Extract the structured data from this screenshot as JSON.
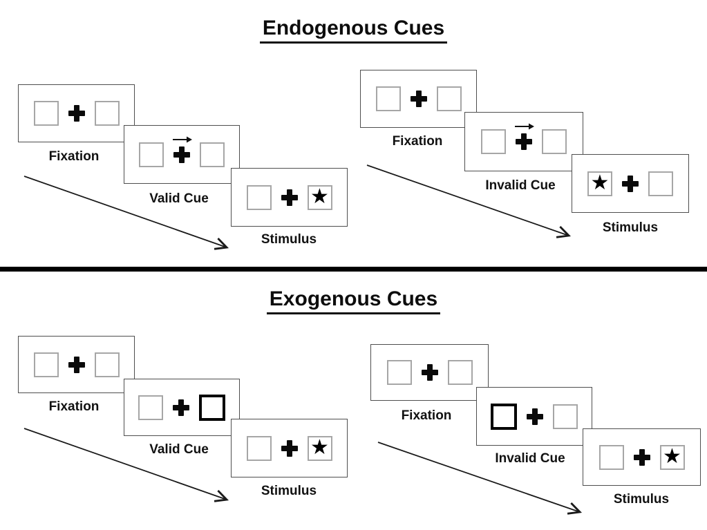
{
  "sections": [
    {
      "title": "Endogenous Cues",
      "groups": [
        {
          "name": "endogenous-valid",
          "panels": [
            {
              "label": "Fixation"
            },
            {
              "label": "Valid Cue"
            },
            {
              "label": "Stimulus"
            }
          ]
        },
        {
          "name": "endogenous-invalid",
          "panels": [
            {
              "label": "Fixation"
            },
            {
              "label": "Invalid Cue"
            },
            {
              "label": "Stimulus"
            }
          ]
        }
      ]
    },
    {
      "title": "Exogenous Cues",
      "groups": [
        {
          "name": "exogenous-valid",
          "panels": [
            {
              "label": "Fixation"
            },
            {
              "label": "Valid Cue"
            },
            {
              "label": "Stimulus"
            }
          ]
        },
        {
          "name": "exogenous-invalid",
          "panels": [
            {
              "label": "Fixation"
            },
            {
              "label": "Invalid Cue"
            },
            {
              "label": "Stimulus"
            }
          ]
        }
      ]
    }
  ],
  "icons": {
    "star": "★",
    "fixation_cross": "plus-cross",
    "cue_arrow": "right-arrow"
  },
  "colors": {
    "ink": "#000000",
    "panel_border": "#4d4d4d",
    "box_border": "#a6a6a6",
    "background": "#ffffff"
  }
}
